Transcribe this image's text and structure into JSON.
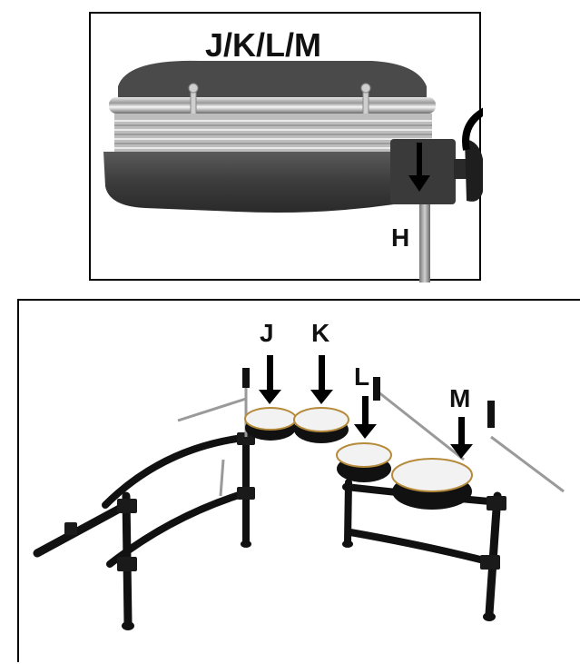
{
  "top_panel": {
    "caption": "J/K/L/M",
    "stand_label": "H"
  },
  "bottom_panel": {
    "pad_labels": [
      "J",
      "K",
      "L",
      "M"
    ]
  },
  "colors": {
    "outline": "#000000",
    "hardware": "#111111",
    "pad_mesh": "#f2f2f2",
    "pad_rim": "#b58a3a",
    "shell": "#3a3a3a"
  }
}
